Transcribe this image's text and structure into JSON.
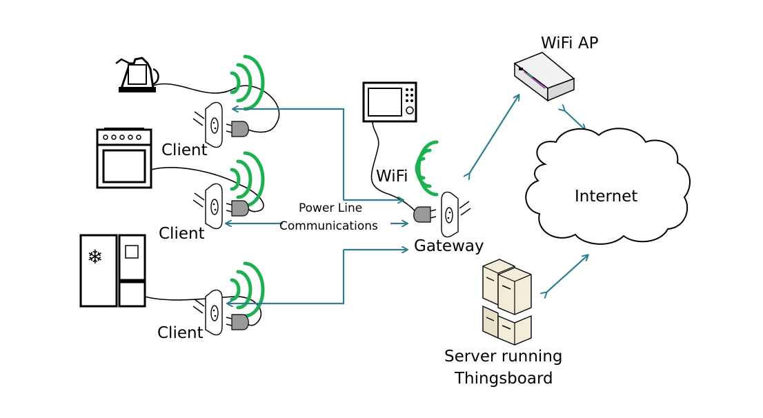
{
  "labels": {
    "wifi_ap": "WiFi AP",
    "internet": "Internet",
    "wifi": "WiFi",
    "gateway": "Gateway",
    "plc_line1": "Power Line",
    "plc_line2": "Communications",
    "client_top": "Client",
    "client_mid": "Client",
    "client_bottom": "Client",
    "server_line1": "Server running",
    "server_line2": "Thingsboard"
  },
  "colors": {
    "link": "#2e7d8e",
    "wireless": "#1cb050",
    "cloud": "#ffffff",
    "server_body": "#f3ecd9"
  },
  "icons": [
    "kettle-icon",
    "stove-icon",
    "fridge-icon",
    "microwave-icon",
    "router-icon",
    "cloud-icon",
    "server-icon",
    "plug-adapter-icon",
    "wifi-waves-icon"
  ]
}
